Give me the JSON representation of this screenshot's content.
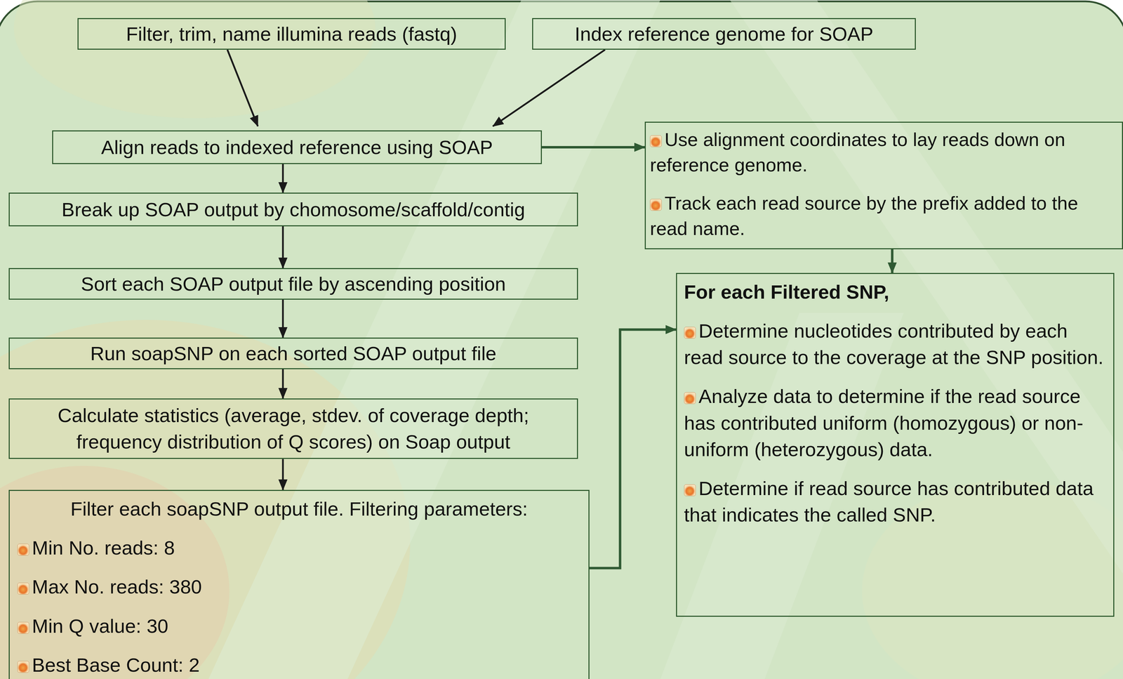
{
  "diagram": {
    "nodes": [
      {
        "text": [
          "Filter, trim, name illumina reads (fastq)"
        ]
      },
      {
        "text": [
          "Index reference genome for SOAP"
        ]
      },
      {
        "text": [
          "Align reads to indexed reference using SOAP"
        ]
      },
      {
        "text": [
          "Break up SOAP output by chomosome/scaffold/contig"
        ]
      },
      {
        "text": [
          "Sort each SOAP output file by ascending position"
        ]
      },
      {
        "text": [
          "Run soapSNP on each sorted SOAP output file"
        ]
      },
      {
        "text": [
          "Calculate statistics (average, stdev. of coverage depth; frequency distribution of Q scores) on Soap output"
        ]
      },
      {
        "text": [
          "Filter each soapSNP output file. Filtering parameters:",
          "Min No. reads: 8",
          "Max No. reads: 380",
          "Min Q value: 30",
          "Best Base Count: 2"
        ]
      },
      {
        "text": [
          "Use alignment coordinates to lay reads down on reference genome.",
          "Track each read source by the prefix added to the read name."
        ]
      },
      {
        "text": [
          "For each Filtered SNP,",
          "Determine nucleotides contributed by each read source to the coverage at the SNP position.",
          "Analyze data to determine if the read source has contributed uniform (homozygous) or non-uniform (heterozygous) data.",
          "Determine if read source has contributed data that indicates the called SNP."
        ]
      }
    ],
    "edges": [
      {
        "from": 0,
        "to": 2,
        "arrow": "to"
      },
      {
        "from": 1,
        "to": 2,
        "arrow": "to"
      },
      {
        "from": 2,
        "to": 3,
        "arrow": "to"
      },
      {
        "from": 3,
        "to": 4,
        "arrow": "to"
      },
      {
        "from": 4,
        "to": 5,
        "arrow": "to"
      },
      {
        "from": 5,
        "to": 6,
        "arrow": "to"
      },
      {
        "from": 6,
        "to": 7,
        "arrow": "to"
      },
      {
        "from": 2,
        "to": 8,
        "arrow": "to"
      },
      {
        "from": 8,
        "to": 9,
        "arrow": "to"
      },
      {
        "from": 7,
        "to": 9,
        "arrow": "to"
      }
    ]
  }
}
